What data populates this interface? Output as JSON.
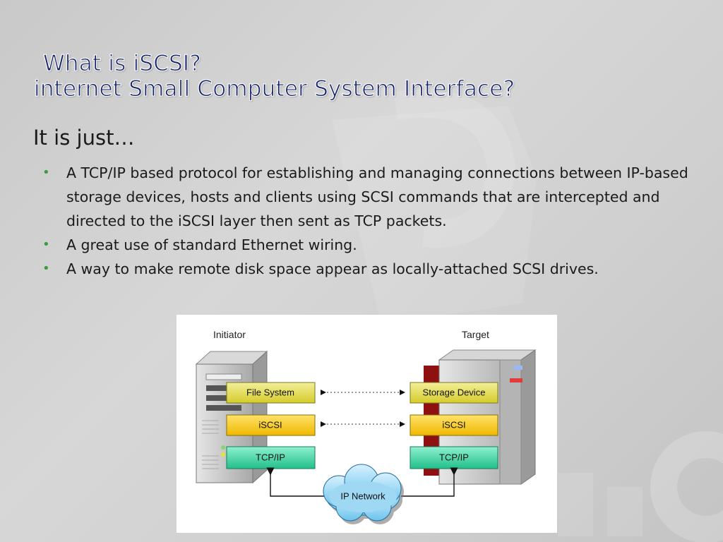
{
  "slide": {
    "title_line1": "What is iSCSI?",
    "title_line2": "internet Small Computer System Interface?",
    "subheading": "It is just…",
    "bullets": [
      "A TCP/IP based protocol for establishing and managing connections between IP-based storage devices, hosts and clients using SCSI commands that are intercepted and directed to the iSCSI layer then sent as TCP packets.",
      "A great use of standard Ethernet wiring.",
      "A way to make remote disk space appear as locally-attached SCSI drives."
    ],
    "bullet_symbol": "•",
    "colors": {
      "title": "#16236b",
      "bullet": "#3d9a3a",
      "file_system_box": "#e8e060",
      "iscsi_box": "#f4c400",
      "tcpip_box": "#3ed6a8",
      "cloud": "#8ad0f0"
    }
  },
  "diagram": {
    "initiator_label": "Initiator",
    "target_label": "Target",
    "left_layers": [
      "File System",
      "iSCSI",
      "TCP/IP"
    ],
    "right_layers": [
      "Storage Device",
      "iSCSI",
      "TCP/IP"
    ],
    "network_label": "IP Network"
  }
}
